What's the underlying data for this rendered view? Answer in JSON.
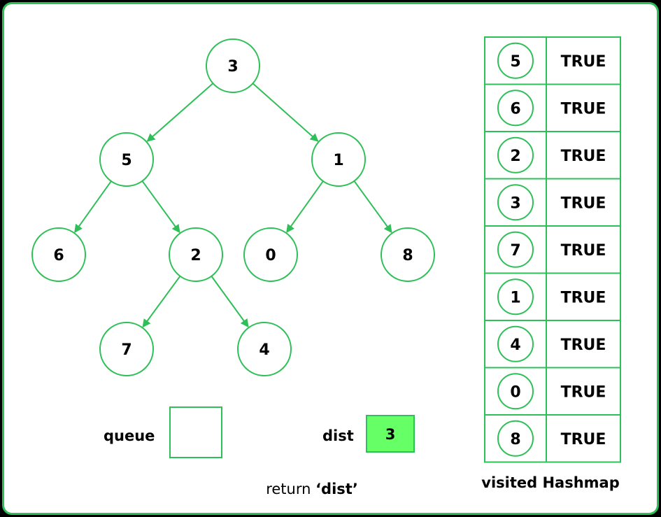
{
  "tree": {
    "nodes": [
      {
        "id": "n3",
        "label": "3"
      },
      {
        "id": "n5",
        "label": "5"
      },
      {
        "id": "n1",
        "label": "1"
      },
      {
        "id": "n6",
        "label": "6"
      },
      {
        "id": "n2",
        "label": "2"
      },
      {
        "id": "n0",
        "label": "0"
      },
      {
        "id": "n8",
        "label": "8"
      },
      {
        "id": "n7",
        "label": "7"
      },
      {
        "id": "n4",
        "label": "4"
      }
    ],
    "edges": [
      {
        "from": "n3",
        "to": "n5"
      },
      {
        "from": "n3",
        "to": "n1"
      },
      {
        "from": "n5",
        "to": "n6"
      },
      {
        "from": "n5",
        "to": "n2"
      },
      {
        "from": "n1",
        "to": "n0"
      },
      {
        "from": "n1",
        "to": "n8"
      },
      {
        "from": "n2",
        "to": "n7"
      },
      {
        "from": "n2",
        "to": "n4"
      }
    ]
  },
  "queue": {
    "label": "queue",
    "items": []
  },
  "dist": {
    "label": "dist",
    "value": "3",
    "fill_color": "#66ff66"
  },
  "return_text": {
    "prefix": "return ",
    "value": "‘dist’"
  },
  "hashmap": {
    "title": "visited Hashmap",
    "rows": [
      {
        "key": "5",
        "value": "TRUE"
      },
      {
        "key": "6",
        "value": "TRUE"
      },
      {
        "key": "2",
        "value": "TRUE"
      },
      {
        "key": "3",
        "value": "TRUE"
      },
      {
        "key": "7",
        "value": "TRUE"
      },
      {
        "key": "1",
        "value": "TRUE"
      },
      {
        "key": "4",
        "value": "TRUE"
      },
      {
        "key": "0",
        "value": "TRUE"
      },
      {
        "key": "8",
        "value": "TRUE"
      }
    ]
  },
  "colors": {
    "accent": "#2fbf58",
    "background": "#ffffff",
    "border": "#2fbf58"
  }
}
